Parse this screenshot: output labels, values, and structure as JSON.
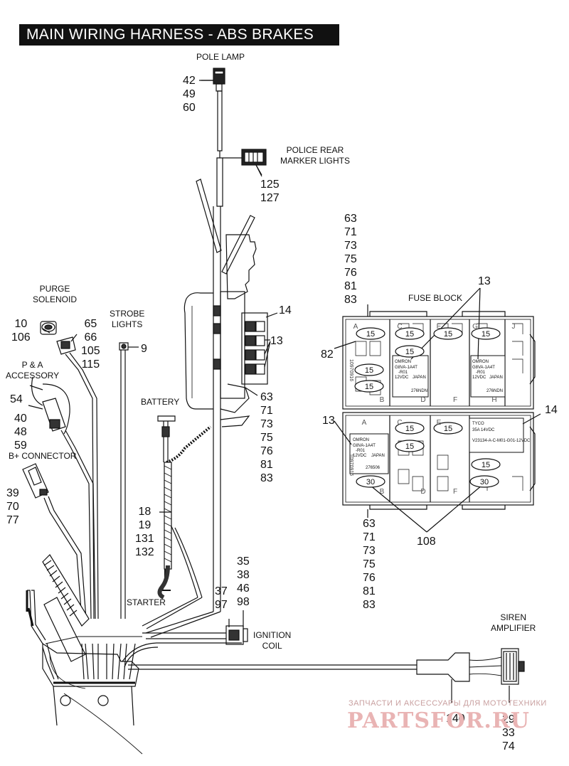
{
  "title": "MAIN WIRING HARNESS - ABS BRAKES",
  "labels": {
    "pole_lamp": "POLE LAMP",
    "police_rear_marker_lights": [
      "POLICE REAR",
      "MARKER LIGHTS"
    ],
    "purge_solenoid": [
      "PURGE",
      "SOLENOID"
    ],
    "strobe_lights": [
      "STROBE",
      "LIGHTS"
    ],
    "pa_accessory": [
      "P & A",
      "ACCESSORY"
    ],
    "b_plus_connector": "B+ CONNECTOR",
    "battery": "BATTERY",
    "starter": "STARTER",
    "ignition_coil": [
      "IGNITION",
      "COIL"
    ],
    "siren_amplifier": [
      "SIREN",
      "AMPLIFIER"
    ],
    "fuse_block": "FUSE BLOCK"
  },
  "callouts": {
    "pole_lamp_parts": [
      "42",
      "49",
      "60"
    ],
    "marker_parts": [
      "125",
      "127"
    ],
    "fuse_top_parts": [
      "63",
      "71",
      "73",
      "75",
      "76",
      "81",
      "83"
    ],
    "fuse_bottom_parts": [
      "63",
      "71",
      "73",
      "75",
      "76",
      "81",
      "83"
    ],
    "center_parts": [
      "63",
      "71",
      "73",
      "75",
      "76",
      "81",
      "83"
    ],
    "purge_left": [
      "10",
      "106"
    ],
    "purge_right": [
      "65",
      "66",
      "105",
      "115"
    ],
    "strobe": "9",
    "pa_top": "54",
    "pa_parts": [
      "40",
      "48",
      "59"
    ],
    "b_plus_parts": [
      "39",
      "70",
      "77"
    ],
    "battery_parts": [
      "18",
      "19",
      "131",
      "132"
    ],
    "ignition_top": [
      "35",
      "38",
      "46",
      "98"
    ],
    "ignition_left": [
      "37",
      "97"
    ],
    "relay_14_center": "14",
    "relay_13_center": "13",
    "fuse_13_top": "13",
    "fuse_82": "82",
    "fuse_13_left": "13",
    "fuse_14_right": "14",
    "fuse_108": "108",
    "siren_140": "140",
    "siren_parts": [
      "29",
      "33",
      "74"
    ]
  },
  "fuse_block": {
    "top_columns": [
      "A",
      "C",
      "E",
      "G",
      "J"
    ],
    "top_bottom_letters": [
      "B",
      "D",
      "F",
      "H"
    ],
    "bottom_columns": [
      "A",
      "C",
      "E"
    ],
    "bottom_bottom_letters": [
      "B",
      "D",
      "F"
    ],
    "top_fuses": [
      "15",
      "15",
      "15",
      "15",
      "15",
      "15",
      "15"
    ],
    "bottom_fuses": [
      "15",
      "15",
      "15",
      "15",
      "30",
      "30"
    ],
    "relay_brand": "OMRON",
    "relay_model": "G8VA-1A4T",
    "relay_suffix": "-R01",
    "relay_spec": "12VDC",
    "relay_origin": "JAPAN",
    "relay_code_top_left": "276NDN",
    "relay_code_top_right": "276NDN",
    "relay_code_bottom": "276506",
    "relay_small_brand": "TYCO",
    "relay_small_spec": "35A 14VDC",
    "relay_small_model": "V23134-A-C-M01-G01-12VDC",
    "side_code": "10970916"
  },
  "watermark": {
    "line1": "ЗАПЧАСТИ И АКСЕССУАРЫ ДЛЯ МОТОТЕХНИКИ",
    "line2": "PARTSFOR.RU"
  }
}
